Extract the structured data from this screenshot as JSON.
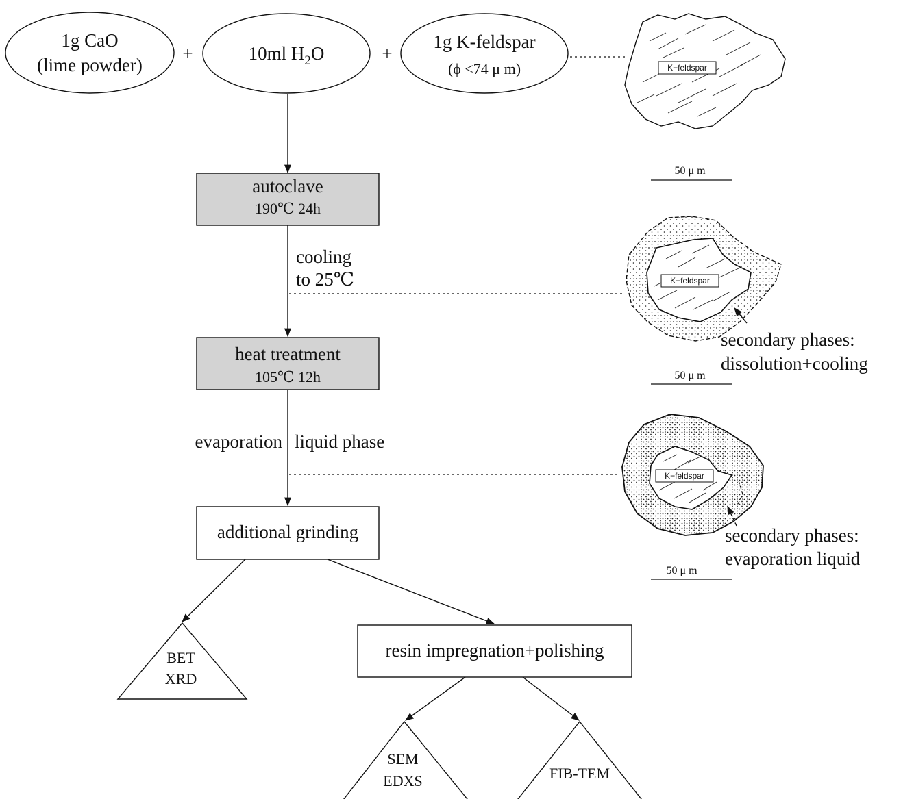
{
  "inputs": {
    "lime": {
      "line1": "1g CaO",
      "line2": "(lime powder)"
    },
    "plus1": "+",
    "water": {
      "line1": "10ml H",
      "sub": "2",
      "line1b": "O"
    },
    "plus2": "+",
    "feldspar": {
      "line1": "1g K-feldspar",
      "line2": "(ϕ <74 μ m)"
    }
  },
  "steps": {
    "autoclave": {
      "title": "autoclave",
      "cond": "190℃  24h"
    },
    "cooling": {
      "line1": "cooling",
      "line2": "to  25℃"
    },
    "heat": {
      "title": "heat treatment",
      "cond": "105℃  12h"
    },
    "evap_left": "evaporation",
    "evap_right": "liquid phase",
    "grinding": "additional grinding",
    "resin": "resin impregnation+polishing"
  },
  "analyses": {
    "bet": {
      "line1": "BET",
      "line2": "XRD"
    },
    "sem": {
      "line1": "SEM",
      "line2": "EDXS"
    },
    "fib": {
      "line1": "FIB-TEM"
    }
  },
  "grains": {
    "label": "K−feldspar",
    "scale": "50 μ m",
    "phase1": {
      "line1": "secondary phases:",
      "line2": "dissolution+cooling"
    },
    "phase2": {
      "line1": "secondary phases:",
      "line2": "evaporation liquid"
    }
  },
  "colors": {
    "box_fill": "#d3d3d3",
    "line": "#111111"
  }
}
